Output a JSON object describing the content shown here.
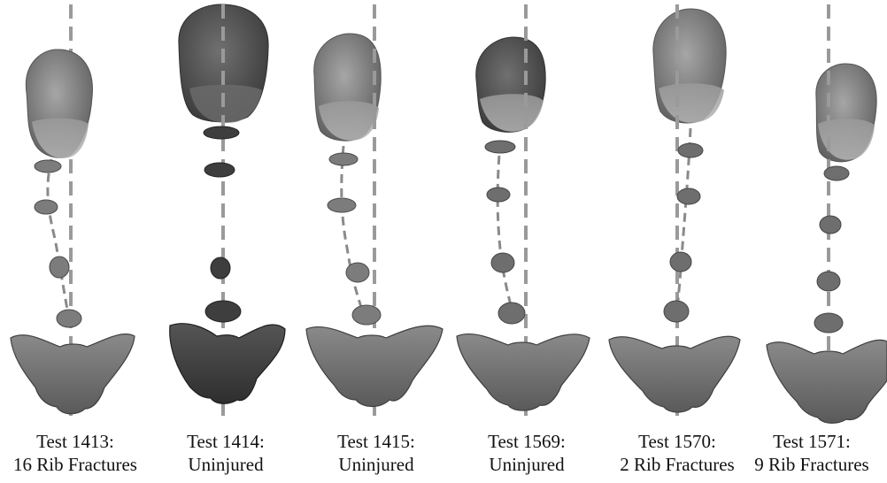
{
  "panels": [
    {
      "test": "Test 1413:",
      "outcome": "16 Rib Fractures"
    },
    {
      "test": "Test 1414:",
      "outcome": "Uninjured"
    },
    {
      "test": "Test 1415:",
      "outcome": "Uninjured"
    },
    {
      "test": "Test 1569:",
      "outcome": "Uninjured"
    },
    {
      "test": "Test 1570:",
      "outcome": "2 Rib Fractures"
    },
    {
      "test": "Test 1571:",
      "outcome": "9 Rib Fractures"
    }
  ]
}
